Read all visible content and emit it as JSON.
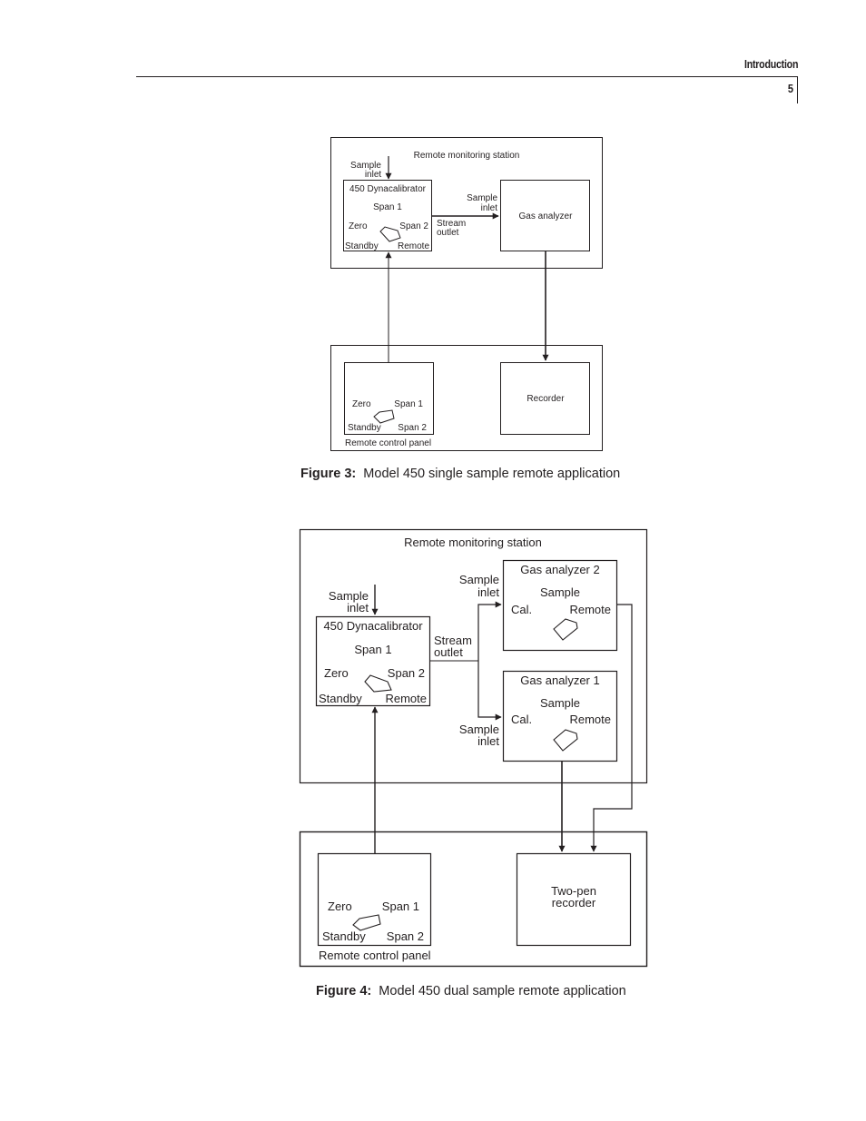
{
  "header": {
    "section": "Introduction",
    "page_number": "5"
  },
  "figure3": {
    "caption_label": "Figure 3:",
    "caption_text": "Model 450 single sample remote application",
    "station_title": "Remote monitoring station",
    "sample_inlet_1": "Sample",
    "sample_inlet_2": "inlet",
    "dyn_title": "450 Dynacalibrator",
    "span1": "Span 1",
    "zero": "Zero",
    "span2": "Span 2",
    "standby": "Standby",
    "remote": "Remote",
    "analyzer_inlet_1": "Sample",
    "analyzer_inlet_2": "inlet",
    "stream_1": "Stream",
    "stream_2": "outlet",
    "gas_analyzer": "Gas analyzer",
    "panel_zero": "Zero",
    "panel_span1": "Span 1",
    "panel_standby": "Standby",
    "panel_span2": "Span 2",
    "panel_title": "Remote control panel",
    "recorder": "Recorder"
  },
  "figure4": {
    "caption_label": "Figure 4:",
    "caption_text": "Model 450 dual sample remote application",
    "station_title": "Remote monitoring station",
    "sample_inlet_1": "Sample",
    "sample_inlet_2": "inlet",
    "dyn_title": "450 Dynacalibrator",
    "span1": "Span 1",
    "zero": "Zero",
    "span2": "Span 2",
    "standby": "Standby",
    "remote": "Remote",
    "stream_1": "Stream",
    "stream_2": "outlet",
    "analyzer2_inlet_1": "Sample",
    "analyzer2_inlet_2": "inlet",
    "analyzer2_title": "Gas analyzer 2",
    "analyzer2_sample": "Sample",
    "analyzer2_cal": "Cal.",
    "analyzer2_remote": "Remote",
    "analyzer1_title": "Gas analyzer 1",
    "analyzer1_sample": "Sample",
    "analyzer1_cal": "Cal.",
    "analyzer1_remote": "Remote",
    "analyzer1_inlet_1": "Sample",
    "analyzer1_inlet_2": "inlet",
    "panel_zero": "Zero",
    "panel_span1": "Span 1",
    "panel_standby": "Standby",
    "panel_span2": "Span 2",
    "panel_title": "Remote control panel",
    "recorder_1": "Two-pen",
    "recorder_2": "recorder"
  }
}
